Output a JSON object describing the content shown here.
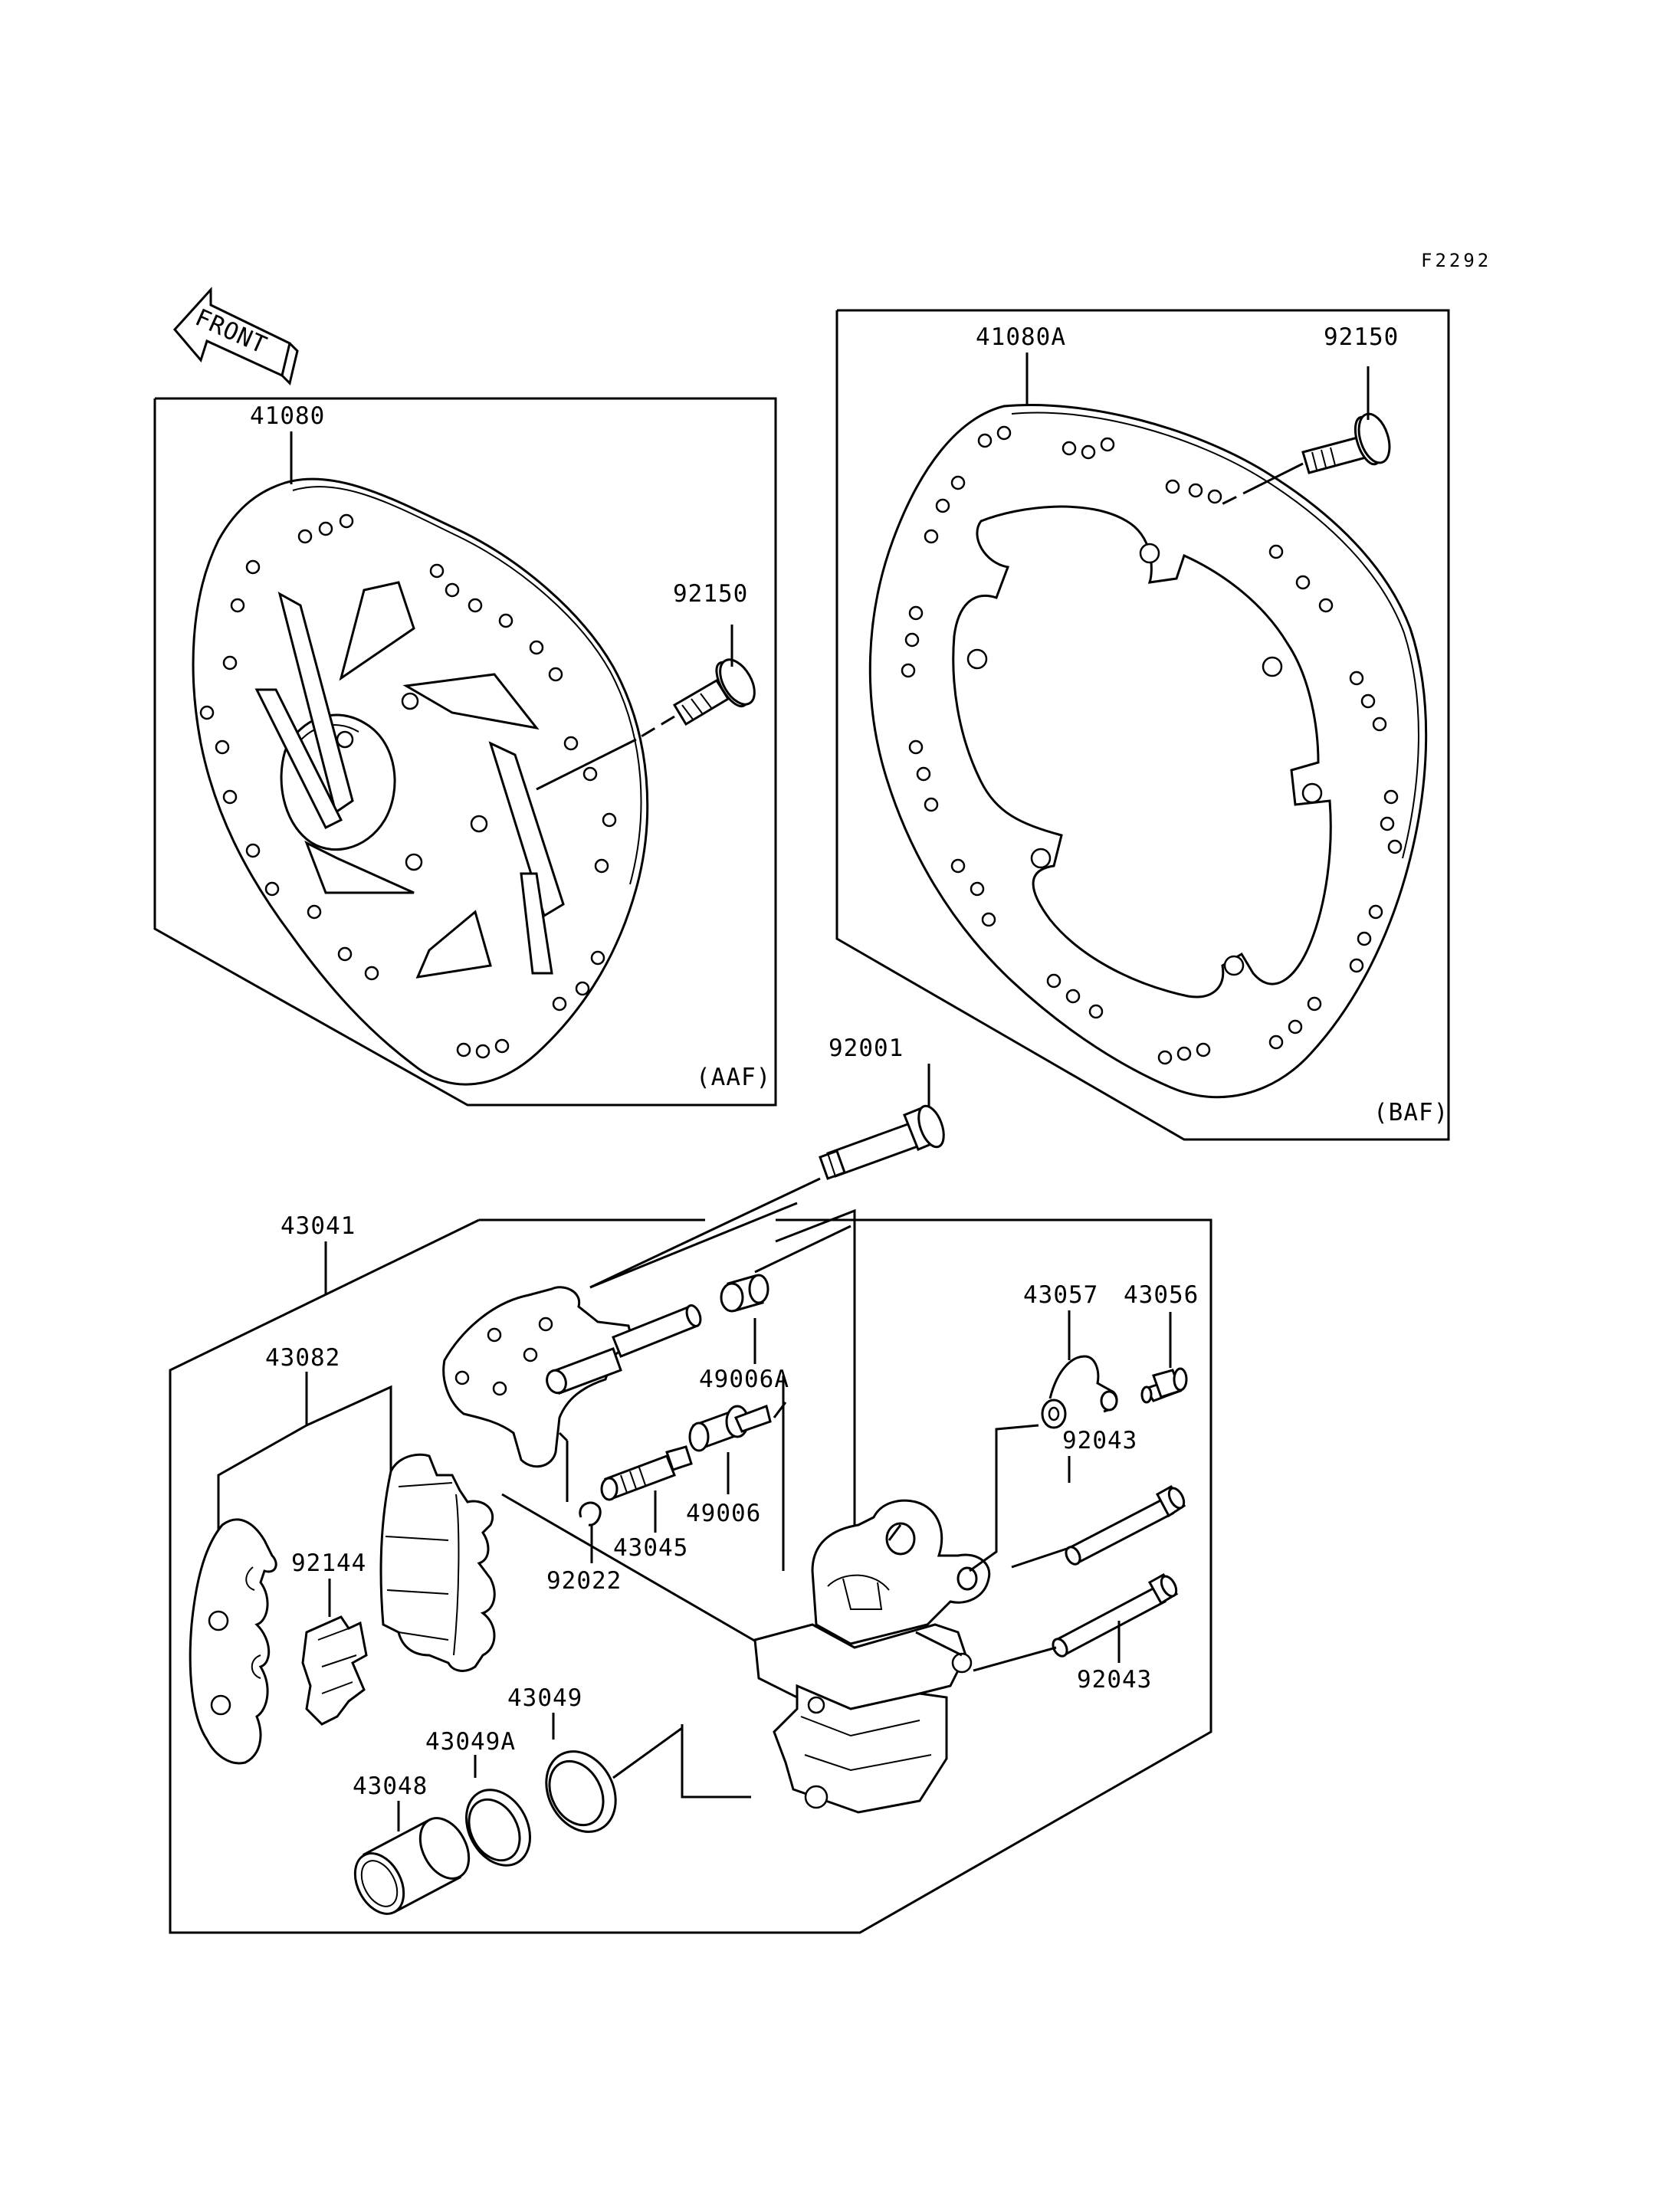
{
  "figure_code": "F2292",
  "front_arrow_label": "FRONT",
  "labels": {
    "disc_aaf": "41080",
    "bolt_aaf": "92150",
    "variant_aaf": "(AAF)",
    "disc_baf": "41080A",
    "bolt_baf": "92150",
    "variant_baf": "(BAF)",
    "bolt_92001": "92001",
    "caliper_assy": "43041",
    "pad_set": "43082",
    "spring_92144": "92144",
    "boot_49006a": "49006A",
    "boot_49006": "49006",
    "pin_43045": "43045",
    "ring_92022": "92022",
    "bracket_43057": "43057",
    "valve_43056": "43056",
    "pin_92043_top": "92043",
    "pin_92043_bottom": "92043",
    "seal_43049": "43049",
    "seal_43049a": "43049A",
    "piston_43048": "43048"
  }
}
